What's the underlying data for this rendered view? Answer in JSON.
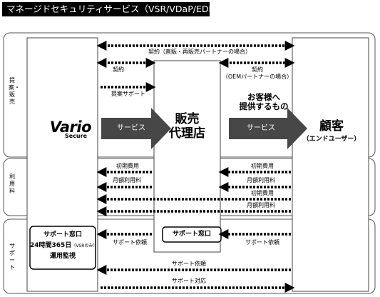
{
  "title": "マネージドセキュリティサービス（VSR/VDaP/EDR）",
  "bands": [
    "提案・販売",
    "利用料",
    "サポート"
  ],
  "vendor": {
    "logo_main": "Vario",
    "logo_sub": "Secure"
  },
  "agency": {
    "name_line1": "販売",
    "name_line2": "代理店"
  },
  "customer": {
    "name": "顧客",
    "sub": "（エンドユーザー）"
  },
  "support_box": {
    "line1": "サポート窓口",
    "line2": "24時間365日",
    "note": "（VSRのみ）",
    "line3": "運用監視"
  },
  "agency_support": "サポート窓口",
  "offer": {
    "line1": "お客様へ",
    "line2": "提供するもの"
  },
  "service_label": "サービス",
  "labels": {
    "contract_direct": "契約（直販・再販売パートナーの場合）",
    "contract": "契約",
    "contract_oem": "（OEMパートナーの場合）",
    "proposal_support": "提案サポート",
    "initial_fee": "初期費用",
    "monthly_fee": "月額利用料",
    "support_request": "サポート依頼",
    "support_response": "サポート対応"
  }
}
